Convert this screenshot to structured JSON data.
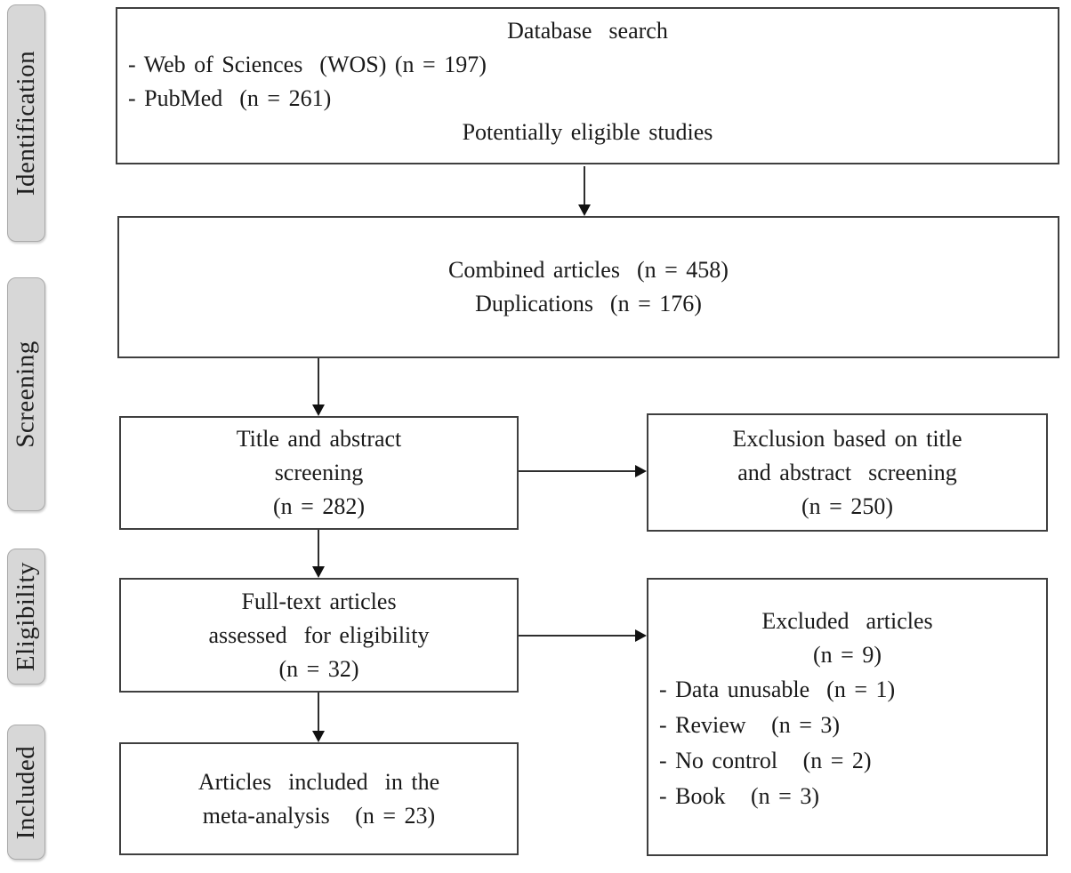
{
  "stages": [
    {
      "label": "Identification"
    },
    {
      "label": "Screening"
    },
    {
      "label": "Eligibility"
    },
    {
      "label": "Included"
    }
  ],
  "boxes": {
    "database_search": {
      "title": "Database  search",
      "items": [
        "- Web of Sciences  (WOS) (n = 197)",
        "- PubMed  (n = 261)"
      ],
      "footer": "Potentially eligible studies"
    },
    "combined": {
      "lines": [
        "Combined articles  (n = 458)",
        "Duplications  (n = 176)"
      ]
    },
    "title_abstract": {
      "lines": [
        "Title and abstract",
        "screening",
        "(n = 282)"
      ]
    },
    "exclusion": {
      "lines": [
        "Exclusion based on title",
        "and abstract  screening",
        "(n = 250)"
      ]
    },
    "fulltext": {
      "lines": [
        "Full-text articles",
        "assessed  for eligibility",
        "(n = 32)"
      ]
    },
    "excluded": {
      "title": "Excluded  articles",
      "count": "(n = 9)",
      "items": [
        "- Data unusable  (n = 1)",
        "- Review   (n = 3)",
        "- No control   (n = 2)",
        "- Book   (n = 3)"
      ]
    },
    "included": {
      "lines": [
        "Articles  included  in the",
        "meta-analysis   (n = 23)"
      ]
    }
  },
  "colors": {
    "box_border": "#3f3f3f",
    "stage_fill": "#d7d7d7",
    "stage_border": "#aaaaaa",
    "arrow": "#111111",
    "text": "#1a1a1a",
    "background": "#ffffff"
  }
}
